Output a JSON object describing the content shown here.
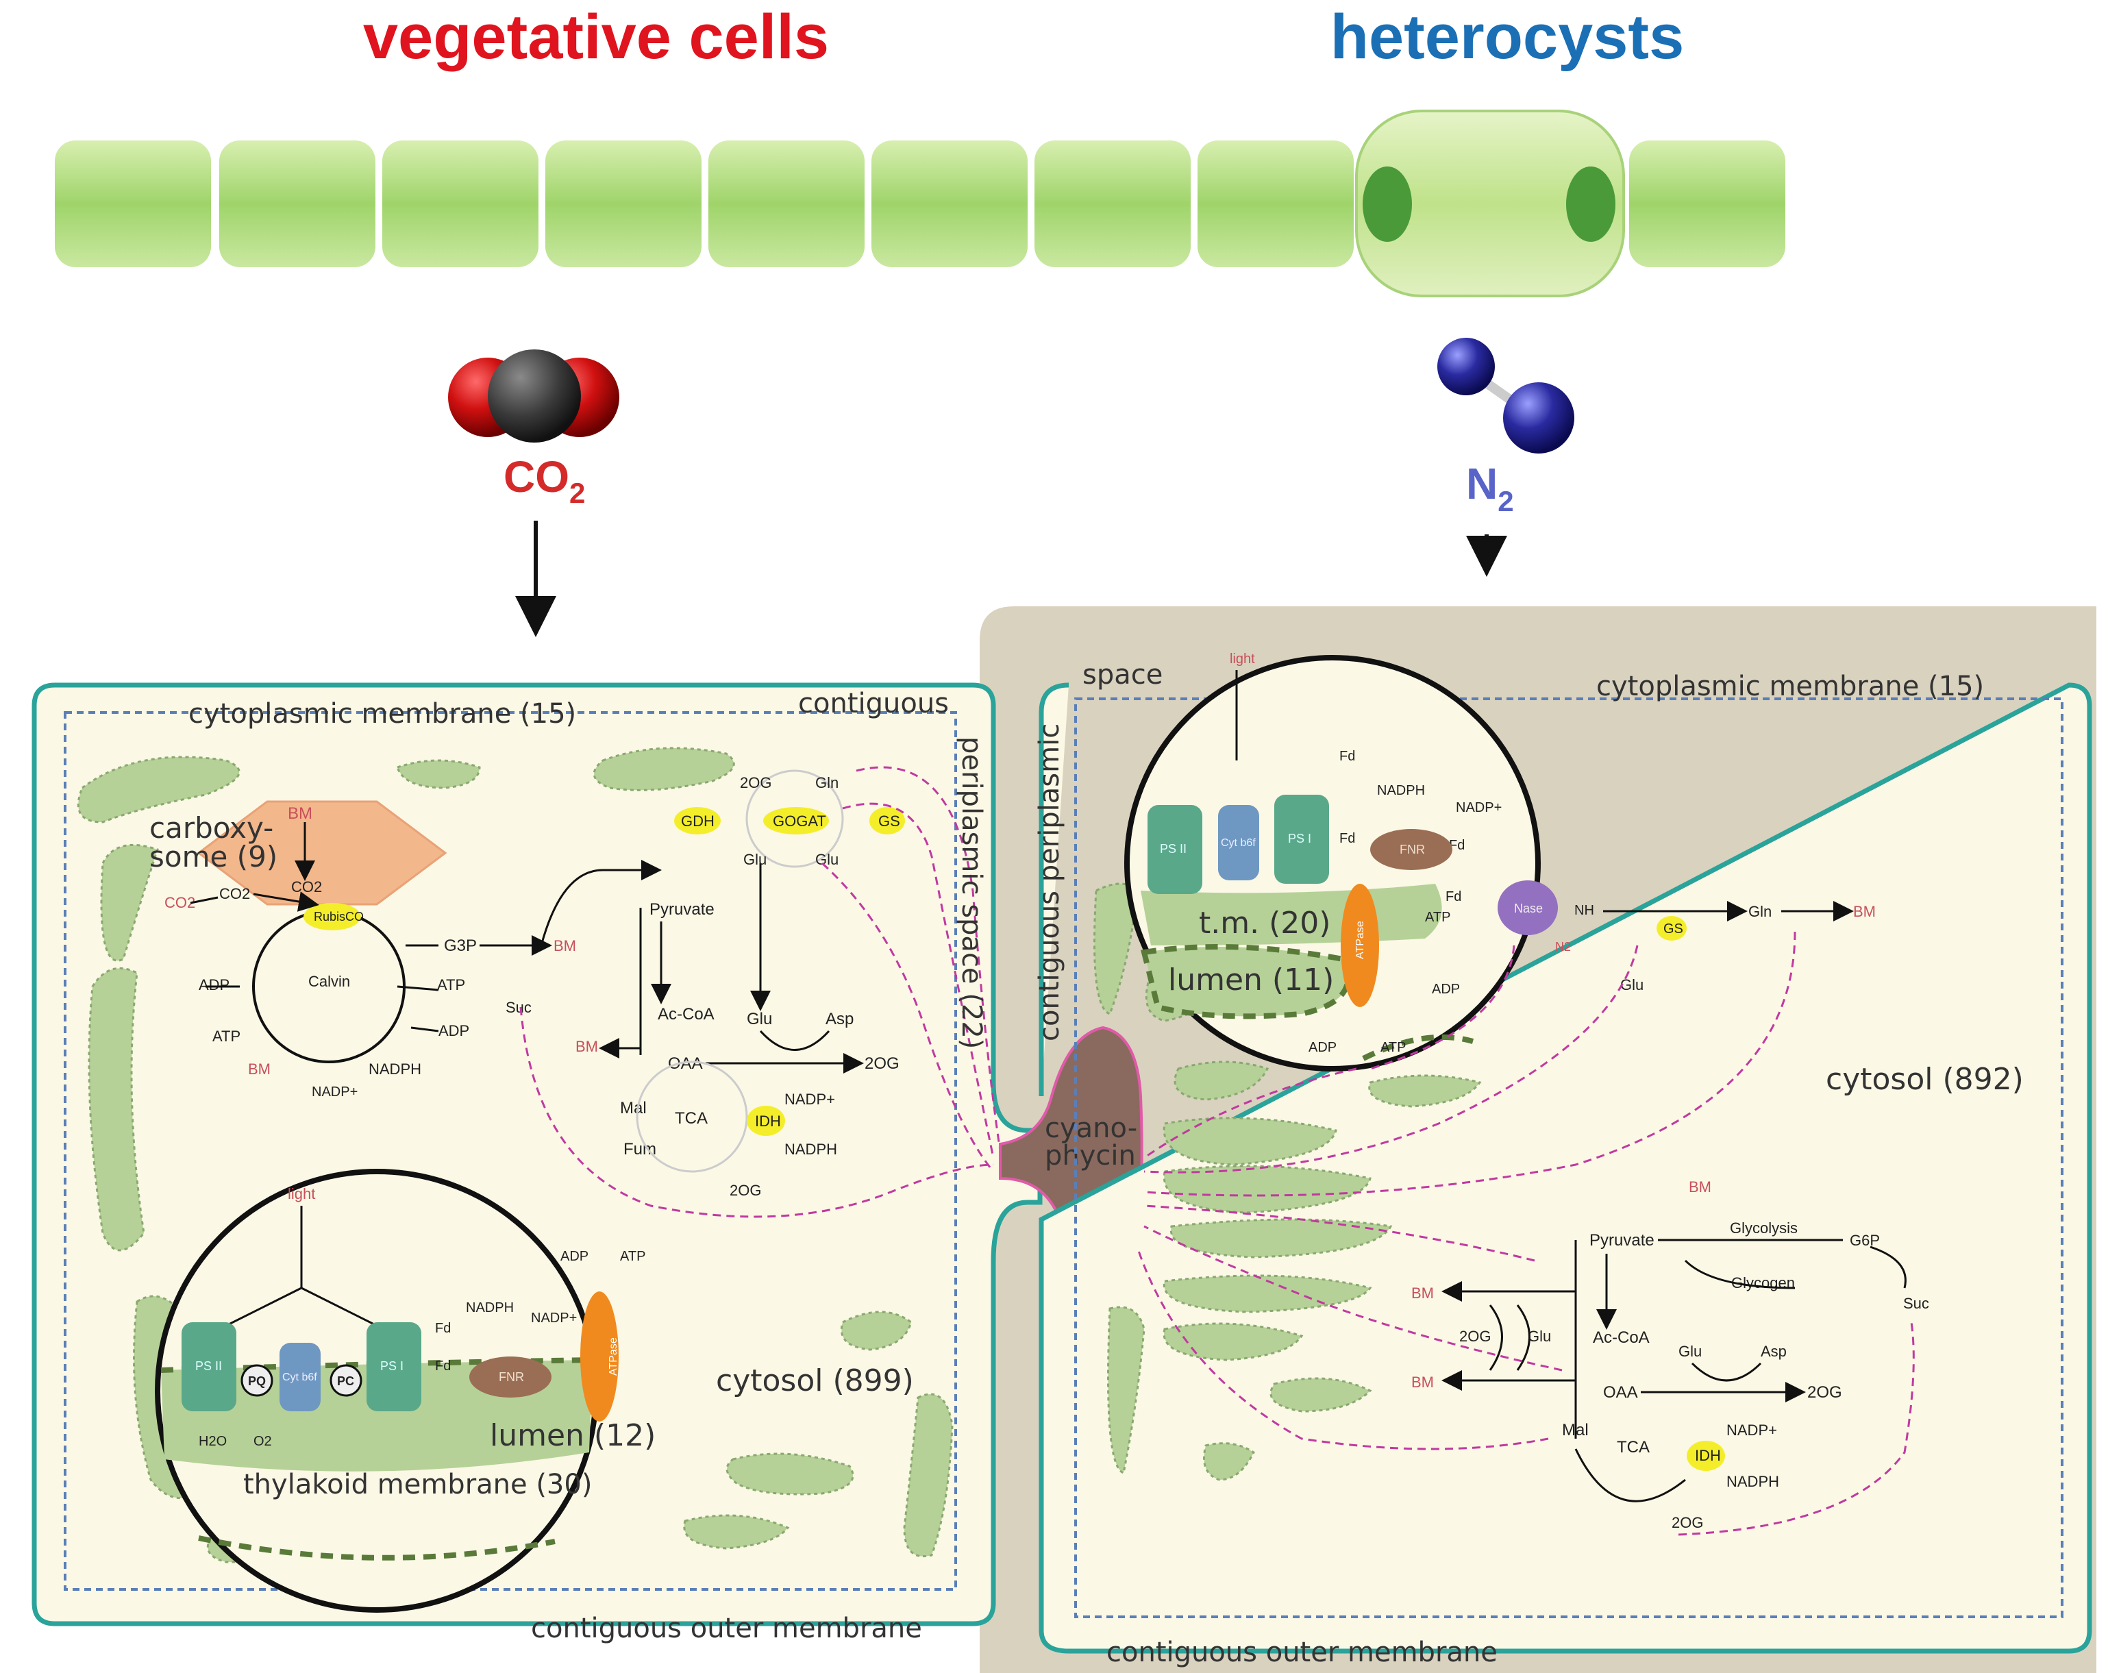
{
  "titles": {
    "vegetative": "vegetative cells",
    "heterocysts": "heterocysts"
  },
  "colors": {
    "vegetative_title": "#e0141e",
    "heterocyst_title": "#1a6fb5",
    "co2_label": "#d42a2a",
    "n2_label": "#5864c8",
    "cell_green": "#9fd46a",
    "cytosol_bg": "#fbf8e6",
    "membrane_teal": "#2aa39a",
    "periplasm_tan": "#d9d2bf",
    "thylakoid_green": "#b5d197",
    "carboxysome": "#f3b083",
    "cyanophycin": "#8a6a5e",
    "atpase": "#f08a1e",
    "psii": "#5aa88a",
    "cytb6f": "#6e98c2",
    "fnr": "#9a6e54",
    "nase": "#9470c0",
    "enzyme_yellow": "#f4ee2a",
    "flux_magenta": "#c03aa0"
  },
  "molecules": {
    "co2": {
      "main": "CO",
      "sub": "2"
    },
    "n2": {
      "main": "N",
      "sub": "2"
    }
  },
  "vegetative": {
    "cytoplasmic_membrane": "cytoplasmic membrane (15)",
    "contiguous": "contiguous",
    "periplasmic_space": "periplasmic space (22)",
    "carboxysome_line1": "carboxy-",
    "carboxysome_line2": "some (9)",
    "cytosol": "cytosol (899)",
    "lumen": "lumen (12)",
    "thylakoid_membrane": "thylakoid membrane (30)",
    "outer_membrane": "contiguous outer membrane",
    "metabolites": {
      "bm": "BM",
      "co2": "CO2",
      "rubisco": "RubisCO",
      "calvin": "Calvin",
      "adp": "ADP",
      "atp": "ATP",
      "nadph": "NADPH",
      "nadp": "NADP+",
      "g3p": "G3P",
      "suc": "Suc",
      "pyruvate": "Pyruvate",
      "acoa": "Ac-CoA",
      "oaa": "OAA",
      "mal": "Mal",
      "fum": "Fum",
      "tca": "TCA",
      "og": "2OG",
      "glu": "Glu",
      "gln": "Gln",
      "asp": "Asp",
      "gdh": "GDH",
      "gogat": "GOGAT",
      "gs": "GS",
      "idh": "IDH",
      "light": "light",
      "psii": "PS II",
      "psi": "PS I",
      "cyt": "Cyt b6f",
      "pq": "PQ",
      "pc": "PC",
      "fd": "Fd",
      "fnr": "FNR",
      "atpase": "ATPase",
      "h2o": "H2O",
      "o2": "O2"
    }
  },
  "heterocyst": {
    "space": "space",
    "cytoplasmic_membrane": "cytoplasmic membrane (15)",
    "periplasmic": "contiguous periplasmic",
    "tm": "t.m. (20)",
    "lumen": "lumen (11)",
    "cyanophycin_line1": "cyano-",
    "cyanophycin_line2": "phycin",
    "cytosol": "cytosol (892)",
    "outer_membrane": "contiguous outer membrane",
    "metabolites": {
      "light": "light",
      "psii": "PS II",
      "psi": "PS I",
      "cyt": "Cyt b6f",
      "fnr": "FNR",
      "nase": "Nase",
      "atpase": "ATPase",
      "fd": "Fd",
      "nadph": "NADPH",
      "nadp": "NADP+",
      "nh": "NH",
      "n2": "N2",
      "gs": "GS",
      "gln": "Gln",
      "glu": "Glu",
      "bm": "BM",
      "atp": "ATP",
      "adp": "ADP",
      "glycolysis": "Glycolysis",
      "glycogen": "Glycogen",
      "g6p": "G6P",
      "suc": "Suc",
      "pyruvate": "Pyruvate",
      "acoa": "Ac-CoA",
      "oaa": "OAA",
      "og": "2OG",
      "mal": "Mal",
      "tca": "TCA",
      "asp": "Asp",
      "idh": "IDH"
    }
  }
}
